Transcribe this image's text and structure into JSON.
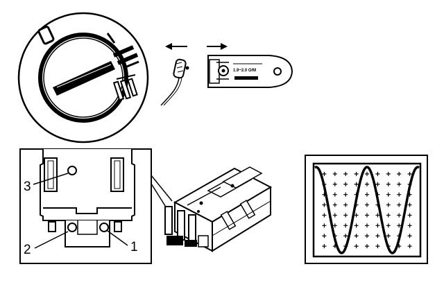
{
  "labels": {
    "pin3": "3",
    "pin2": "2",
    "pin1": "1"
  },
  "tag_text": "1.9~2.0 O/M",
  "colors": {
    "ink": "#000000",
    "paper": "#ffffff"
  },
  "icons": {
    "arrow_left": "arrow-left-icon",
    "arrow_right": "arrow-right-icon"
  }
}
